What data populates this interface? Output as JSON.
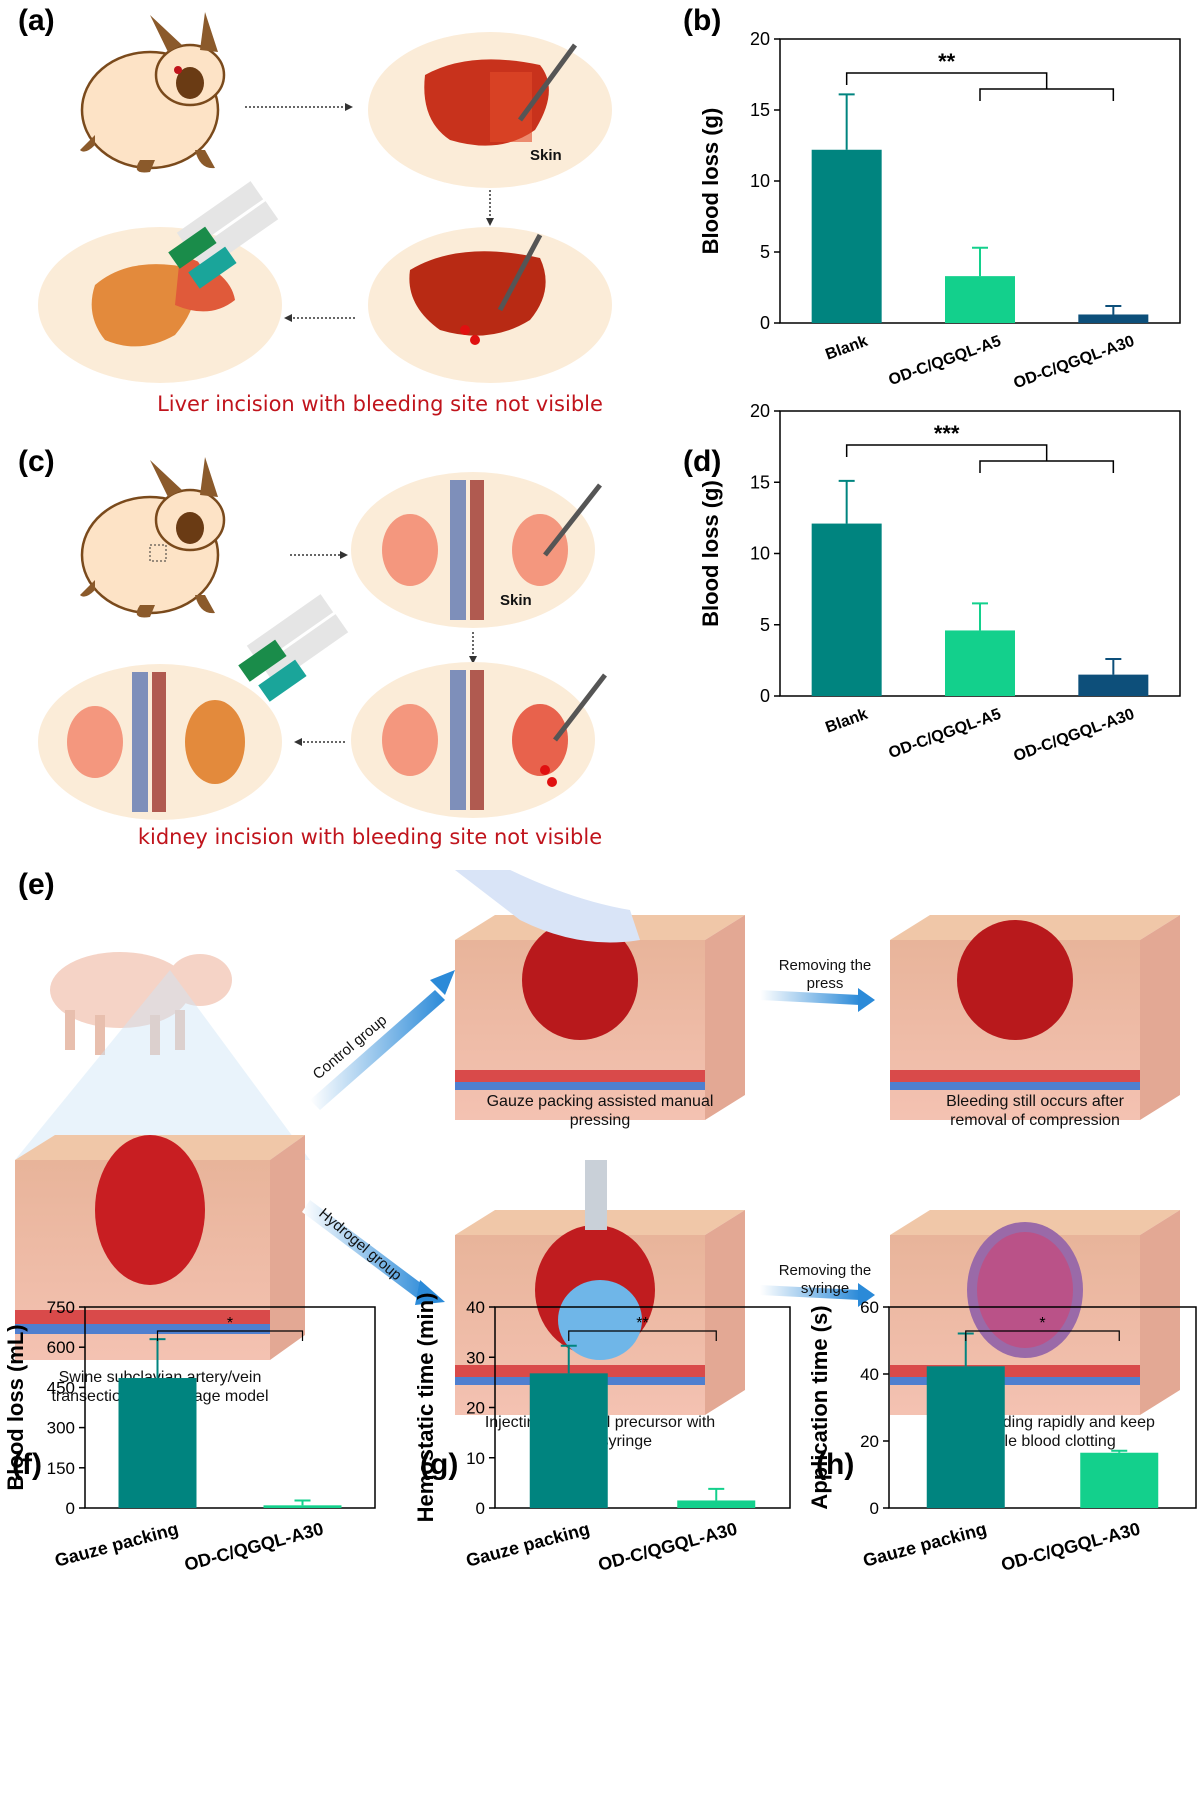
{
  "panels": {
    "a": {
      "label": "(a)",
      "skin_label": "Skin",
      "caption": "Liver incision with bleeding site not visible"
    },
    "b": {
      "label": "(b)"
    },
    "c": {
      "label": "(c)",
      "skin_label": "Skin",
      "caption": "kidney incision with bleeding site not visible"
    },
    "d": {
      "label": "(d)"
    },
    "e": {
      "label": "(e)",
      "control_group": "Control group",
      "hydrogel_group": "Hydrogel group",
      "remove_press": "Removing the press",
      "remove_syringe": "Removing the syringe",
      "cap_gauze": "Gauze packing assisted manual pressing",
      "cap_still_bleeding": "Bleeding still occurs after removal of compression",
      "cap_swine": "Swine subclavian artery/vein transection hemorrhage model",
      "cap_injecting": "Injecting hydrogel precursor with double syringe",
      "cap_stop": "Stop bleeding rapidly and keep stable blood clotting"
    },
    "f": {
      "label": "(f)"
    },
    "g": {
      "label": "(g)"
    },
    "h": {
      "label": "(h)"
    }
  },
  "colors": {
    "teal_dark": "#00847f",
    "mint": "#13d08c",
    "navy": "#0d4f7a",
    "caption_red": "#c0141c",
    "illustration_bg": "#fbecd8"
  },
  "chart_data": [
    {
      "id": "b",
      "type": "bar",
      "categories": [
        "Blank",
        "OD-C/QGQL-A5",
        "OD-C/QGQL-A30"
      ],
      "values": [
        12.2,
        3.3,
        0.6
      ],
      "errors": [
        3.9,
        2.0,
        0.6
      ],
      "ylabel": "Blood loss (g)",
      "ylim": [
        0,
        20
      ],
      "yticks": [
        0,
        5,
        10,
        15,
        20
      ],
      "significance": "**",
      "colors": [
        "#00847f",
        "#13d08c",
        "#0d4f7a"
      ]
    },
    {
      "id": "d",
      "type": "bar",
      "categories": [
        "Blank",
        "OD-C/QGQL-A5",
        "OD-C/QGQL-A30"
      ],
      "values": [
        12.1,
        4.6,
        1.5
      ],
      "errors": [
        3.0,
        1.9,
        1.1
      ],
      "ylabel": "Blood loss (g)",
      "ylim": [
        0,
        20
      ],
      "yticks": [
        0,
        5,
        10,
        15,
        20
      ],
      "significance": "***",
      "colors": [
        "#00847f",
        "#13d08c",
        "#0d4f7a"
      ]
    },
    {
      "id": "f",
      "type": "bar",
      "categories": [
        "Gauze packing",
        "OD-C/QGQL-A30"
      ],
      "values": [
        485,
        10
      ],
      "errors": [
        145,
        18
      ],
      "ylabel": "Blood loss (mL)",
      "ylim": [
        0,
        750
      ],
      "yticks": [
        0,
        150,
        300,
        450,
        600,
        750
      ],
      "significance": "*",
      "colors": [
        "#00847f",
        "#13d08c"
      ]
    },
    {
      "id": "g",
      "type": "bar",
      "categories": [
        "Gauze packing",
        "OD-C/QGQL-A30"
      ],
      "values": [
        26.8,
        1.5
      ],
      "errors": [
        5.5,
        2.3
      ],
      "ylabel": "Hemostatic time (min)",
      "ylim": [
        0,
        40
      ],
      "yticks": [
        0,
        10,
        20,
        30,
        40
      ],
      "significance": "**",
      "colors": [
        "#00847f",
        "#13d08c"
      ]
    },
    {
      "id": "h",
      "type": "bar",
      "categories": [
        "Gauze packing",
        "OD-C/QGQL-A30"
      ],
      "values": [
        42.3,
        16.5
      ],
      "errors": [
        9.8,
        0.6
      ],
      "ylabel": "Application time (s)",
      "ylim": [
        0,
        60
      ],
      "yticks": [
        0,
        20,
        40,
        60
      ],
      "significance": "*",
      "colors": [
        "#00847f",
        "#13d08c"
      ]
    }
  ]
}
